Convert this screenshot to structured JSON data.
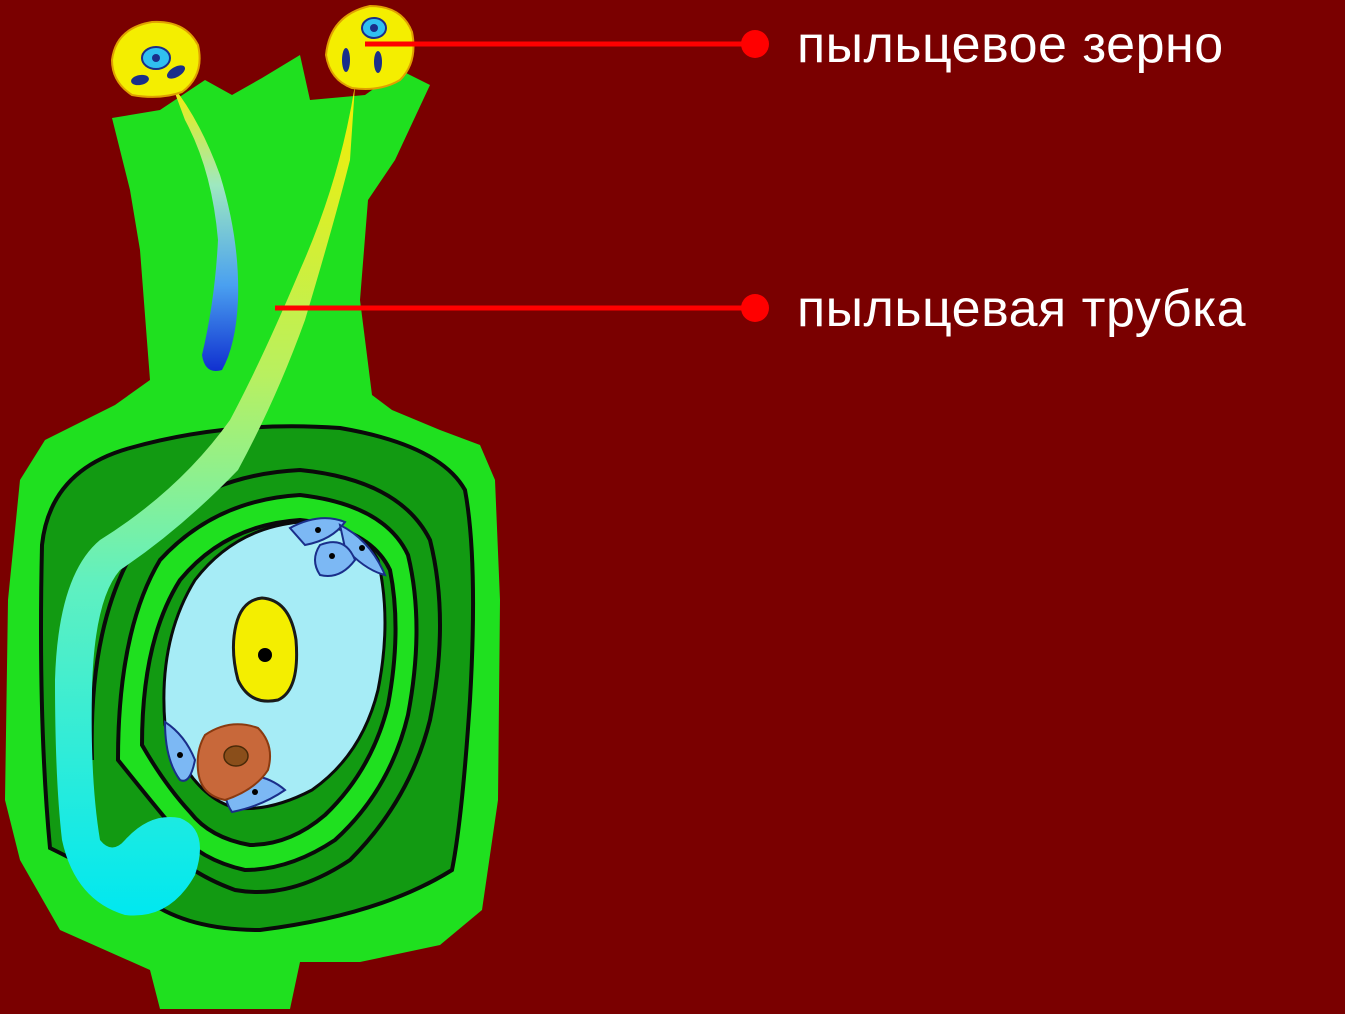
{
  "labels": {
    "pollen_grain": "пыльцевое зерно",
    "pollen_tube": "пыльцевая трубка"
  },
  "colors": {
    "background": "#7a0000",
    "pistil_light_green": "#1fe01f",
    "ovary_dark_green": "#129a12",
    "embryo_sac": "#a6ecf6",
    "pollen_yellow": "#f4ee00",
    "pointer_red": "#ff0000",
    "tube_cyan": "#00e8f0",
    "egg_cell": "#c8683a"
  },
  "icons": {
    "pollen_grain": "pollen-grain-icon",
    "pointer_dot": "red-dot-marker"
  }
}
